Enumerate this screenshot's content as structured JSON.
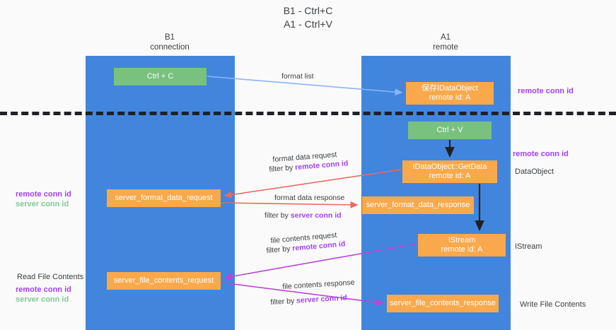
{
  "title": "B1 - Ctrl+C\nA1 - Ctrl+V",
  "columns": {
    "left": "B1\nconnection",
    "right": "A1\nremote"
  },
  "nodes": {
    "ctrl_c": "Ctrl + C",
    "save_dataobject": "保存IDataObject\nremote id: A",
    "ctrl_v": "Ctrl + V",
    "getdata": "IDataObject::GetData\nremote id: A",
    "server_format_data_request": "server_format_data_request",
    "server_format_data_response": "server_format_data_response",
    "istream": "IStream\nremote id: A",
    "server_file_contents_request": "server_file_contents_request",
    "server_file_contents_response": "server_file_contents_response"
  },
  "edge_labels": {
    "format_list": "format list",
    "format_data_request": "format data request",
    "format_data_request_filter_prefix": "filter by ",
    "format_data_request_filter_key": "remote conn id",
    "format_data_response": "format data response",
    "format_data_response_filter_prefix": "filter by ",
    "format_data_response_filter_key": "server conn id",
    "file_contents_request": "file contents request",
    "file_contents_request_filter_prefix": "filter by ",
    "file_contents_request_filter_key": "remote conn id",
    "file_contents_response": "file contents response",
    "file_contents_response_filter_prefix": "filter by ",
    "file_contents_response_filter_key": "server conn id"
  },
  "annotations": {
    "remote_conn_id_top": "remote conn id",
    "remote_conn_id_mid": "remote conn id",
    "dataobject": "DataObject",
    "istream": "IStream",
    "write_file_contents": "Write File Contents",
    "read_file_contents": "Read File Contents",
    "remote_conn_id": "remote conn id",
    "server_conn_id": "server conn id"
  },
  "colors": {
    "lane": "#4285dd",
    "node_green": "#78c17e",
    "node_orange": "#f9a94b",
    "accent_magenta": "#a142f4",
    "accent_green": "#81c995",
    "arrow_blue": "#8ab4f8",
    "arrow_red": "#ea6a62",
    "arrow_purple": "#bb46d4",
    "arrow_dark": "#202124",
    "background": "#fafafa"
  }
}
